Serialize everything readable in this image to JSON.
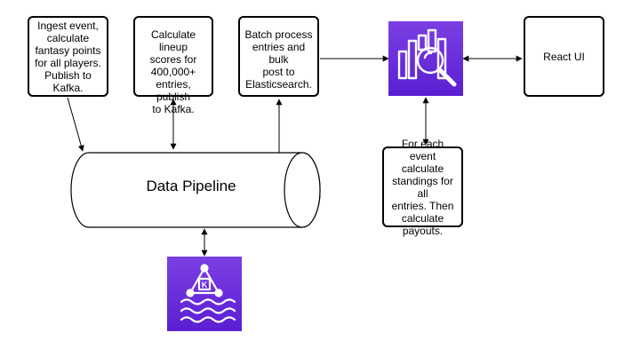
{
  "nodes": {
    "ingest": "Ingest event,\ncalculate\nfantasy points\nfor all players.\nPublish to\nKafka.",
    "lineup": "Calculate lineup\nscores for\n400,000+\nentries, publish\nto Kafka.",
    "batch": "Batch process\nentries and bulk\npost to\nElasticsearch.",
    "react": "React UI",
    "standings": "For each event\ncalculate\nstandings for all\nentries. Then\ncalculate\npayouts.",
    "pipeline": "Data Pipeline"
  },
  "icons": {
    "elasticsearch": "opensearch-analytics-icon",
    "kafka": "managed-kafka-icon"
  },
  "colors": {
    "icon_gradient_top": "#7B3FE4",
    "icon_gradient_bottom": "#5A1FD1",
    "stroke": "#000000"
  }
}
